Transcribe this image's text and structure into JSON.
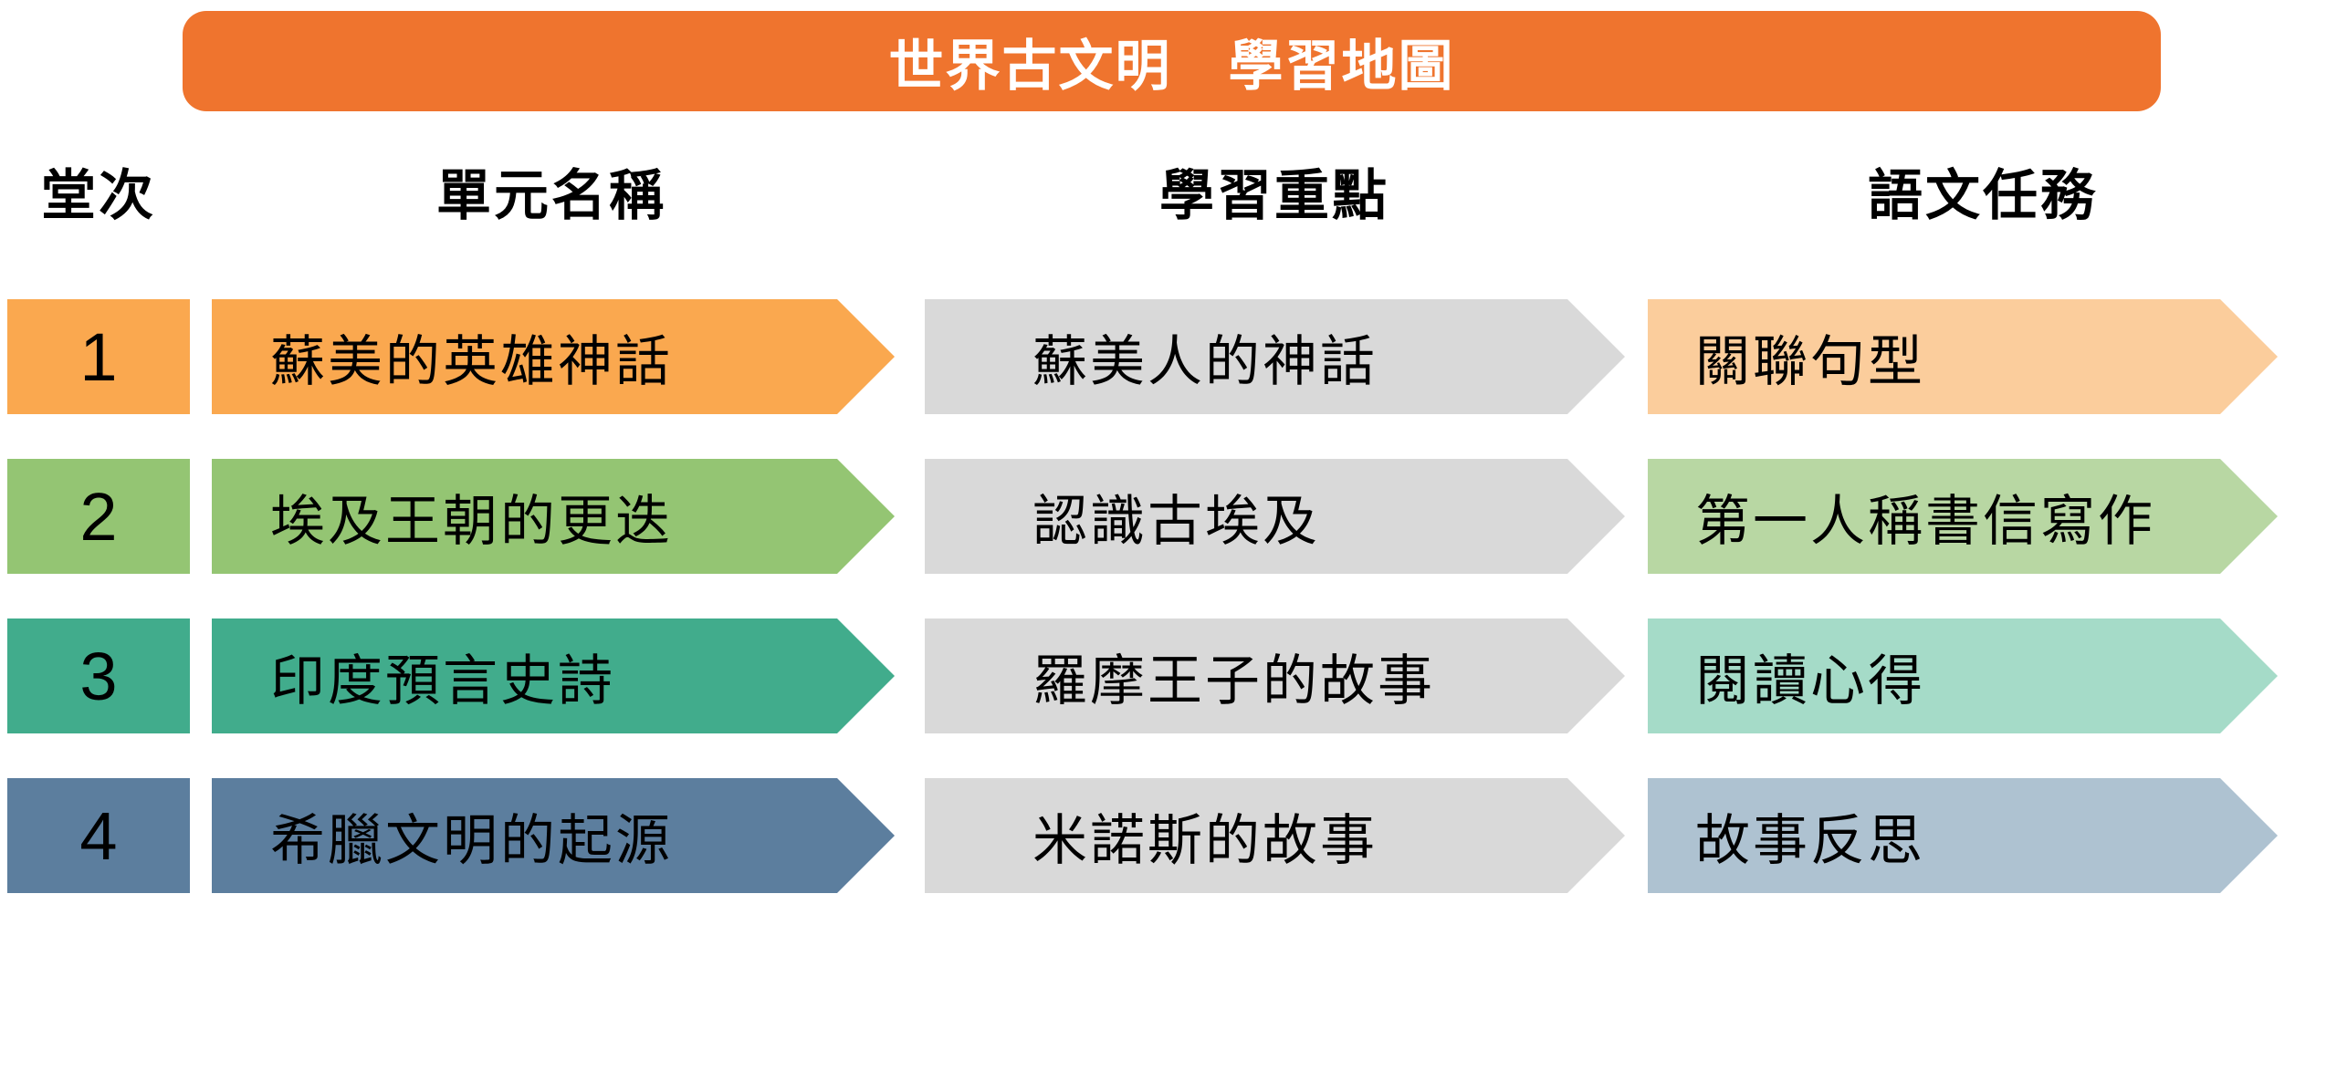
{
  "title": "世界古文明　學習地圖",
  "columns": {
    "lesson": "堂次",
    "unit": "單元名稱",
    "focus": "學習重點",
    "task": "語文任務"
  },
  "colors": {
    "header_banner": "#EF742E",
    "title_text": "#FFFFFF",
    "focus_gray": "#D9D9D9",
    "body_text": "#000000"
  },
  "rows": [
    {
      "num": "1",
      "unit": "蘇美的英雄神話",
      "focus": "蘇美人的神話",
      "task": "關聯句型",
      "colors": {
        "main": "#FAA84F",
        "light": "#FBCD9C"
      }
    },
    {
      "num": "2",
      "unit": "埃及王朝的更迭",
      "focus": "認識古埃及",
      "task": "第一人稱書信寫作",
      "colors": {
        "main": "#94C573",
        "light": "#B8D7A3"
      }
    },
    {
      "num": "3",
      "unit": "印度預言史詩",
      "focus": "羅摩王子的故事",
      "task": "閱讀心得",
      "colors": {
        "main": "#41AC8C",
        "light": "#A5DBC8"
      }
    },
    {
      "num": "4",
      "unit": "希臘文明的起源",
      "focus": "米諾斯的故事",
      "task": "故事反思",
      "colors": {
        "main": "#5C7E9E",
        "light": "#AEC2D1"
      }
    }
  ]
}
